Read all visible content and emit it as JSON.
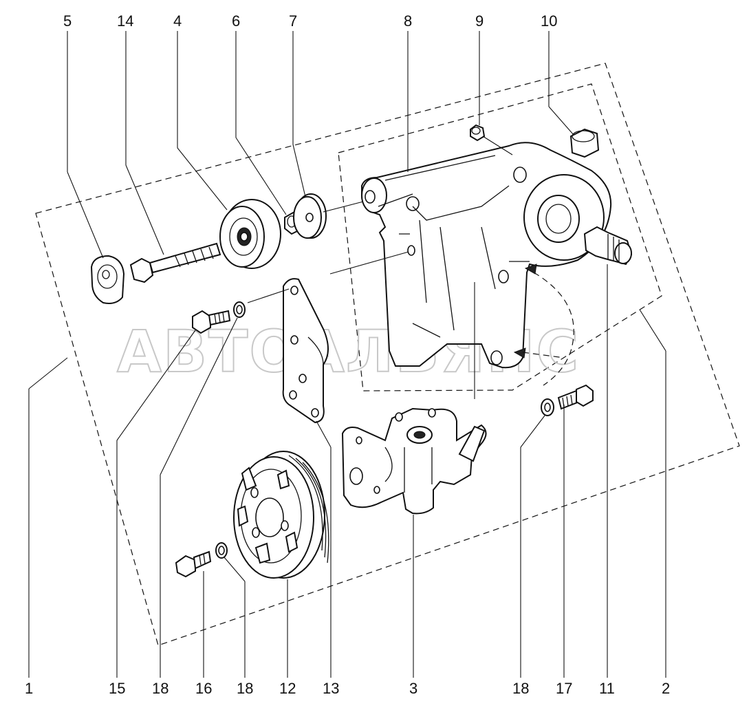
{
  "watermark": "АВТОАЛЬЯНС",
  "callouts": [
    {
      "id": "c5",
      "text": "5"
    },
    {
      "id": "c14",
      "text": "14"
    },
    {
      "id": "c4",
      "text": "4"
    },
    {
      "id": "c6",
      "text": "6"
    },
    {
      "id": "c7",
      "text": "7"
    },
    {
      "id": "c8",
      "text": "8"
    },
    {
      "id": "c9",
      "text": "9"
    },
    {
      "id": "c10",
      "text": "10"
    },
    {
      "id": "c1",
      "text": "1"
    },
    {
      "id": "c15",
      "text": "15"
    },
    {
      "id": "c18a",
      "text": "18"
    },
    {
      "id": "c16",
      "text": "16"
    },
    {
      "id": "c18b",
      "text": "18"
    },
    {
      "id": "c12",
      "text": "12"
    },
    {
      "id": "c13",
      "text": "13"
    },
    {
      "id": "c3",
      "text": "3"
    },
    {
      "id": "c18c",
      "text": "18"
    },
    {
      "id": "c17",
      "text": "17"
    },
    {
      "id": "c11",
      "text": "11"
    },
    {
      "id": "c2",
      "text": "2"
    }
  ],
  "colors": {
    "line": "#111111",
    "background": "#ffffff",
    "watermark": "#c8c8c8"
  }
}
